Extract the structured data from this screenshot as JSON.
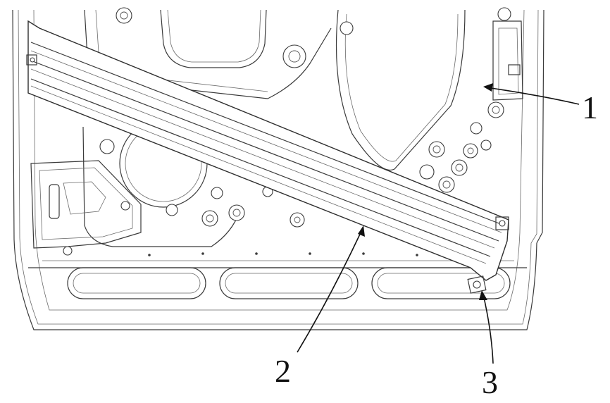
{
  "callouts": [
    {
      "label": "1"
    },
    {
      "label": "2"
    },
    {
      "label": "3"
    }
  ],
  "colors": {
    "line": "#3a3a3a",
    "background": "#ffffff",
    "text": "#111111"
  }
}
